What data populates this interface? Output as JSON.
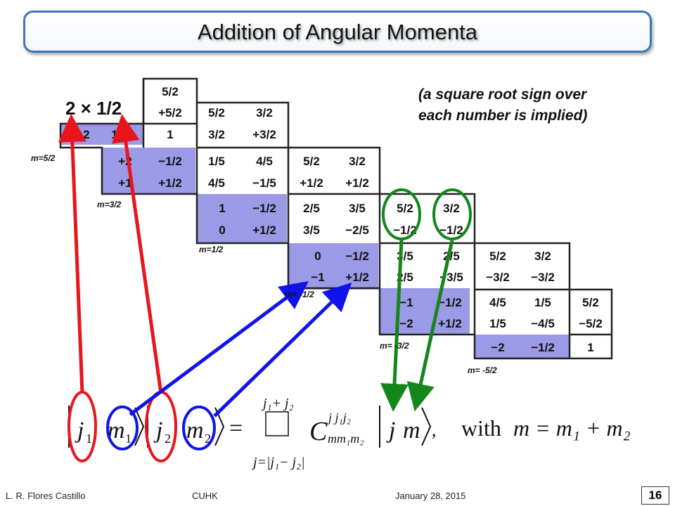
{
  "title": "Addition of Angular Momenta",
  "note": [
    "(a square root sign over",
    "each number is implied)"
  ],
  "table": {
    "header": "2 × 1/2",
    "block1": {
      "j": [
        "5/2"
      ],
      "m": [
        "+5/2"
      ],
      "rows": [
        {
          "m1": "+2",
          "m2": "1/2",
          "c": [
            "1"
          ]
        }
      ]
    },
    "block2": {
      "j": [
        "5/2",
        "3/2"
      ],
      "m": [
        "3/2",
        "+3/2"
      ],
      "rows": [
        {
          "m1": "+2",
          "m2": "−1/2",
          "c": [
            "1/5",
            "4/5"
          ]
        },
        {
          "m1": "+1",
          "m2": "+1/2",
          "c": [
            "4/5",
            "−1/5"
          ]
        }
      ]
    },
    "block3": {
      "j": [
        "5/2",
        "3/2"
      ],
      "m": [
        "+1/2",
        "+1/2"
      ],
      "rows": [
        {
          "m1": "1",
          "m2": "−1/2",
          "c": [
            "2/5",
            "3/5"
          ]
        },
        {
          "m1": "0",
          "m2": "+1/2",
          "c": [
            "3/5",
            "−2/5"
          ]
        }
      ]
    },
    "block4": {
      "j": [
        "5/2",
        "3/2"
      ],
      "m": [
        "−1/2",
        "−1/2"
      ],
      "rows": [
        {
          "m1": "0",
          "m2": "−1/2",
          "c": [
            "3/5",
            "2/5"
          ]
        },
        {
          "m1": "−1",
          "m2": "+1/2",
          "c": [
            "2/5",
            "−3/5"
          ]
        }
      ]
    },
    "block5": {
      "j": [
        "5/2",
        "3/2"
      ],
      "m": [
        "−3/2",
        "−3/2"
      ],
      "rows": [
        {
          "m1": "−1",
          "m2": "−1/2",
          "c": [
            "4/5",
            "1/5"
          ]
        },
        {
          "m1": "−2",
          "m2": "+1/2",
          "c": [
            "1/5",
            "−4/5"
          ]
        }
      ]
    },
    "block6": {
      "j": [
        "5/2"
      ],
      "m": [
        "−5/2"
      ],
      "rows": [
        {
          "m1": "−2",
          "m2": "−1/2",
          "c": [
            "1"
          ]
        }
      ]
    }
  },
  "m_labels": [
    "m=5/2",
    "m=3/2",
    "m=1/2",
    "m= -1/2",
    "m= -3/2",
    "m= -5/2"
  ],
  "equation": {
    "j1": "j",
    "sub1": "1",
    "m1": "m",
    "j2": "j",
    "sub2": "2",
    "m2": "m",
    "upper_limit": "j₁+ j₂",
    "lower_limit": "j=|j₁− j₂|",
    "cg_symbol": "C",
    "cg_super": "j j₁j₂",
    "cg_sub": "mm₁m₂",
    "ket_j": "j",
    "ket_m": "m",
    "with_text": "with",
    "rhs": "m = m₁ + m₂"
  },
  "footer": {
    "author": "L. R. Flores Castillo",
    "institution": "CUHK",
    "date": "January 28, 2015",
    "page": "16"
  },
  "colors": {
    "title_border": "#3b77bd",
    "shade": "#9b9ae6",
    "red": "#e8161c",
    "blue": "#1014e8",
    "green": "#14861c"
  }
}
